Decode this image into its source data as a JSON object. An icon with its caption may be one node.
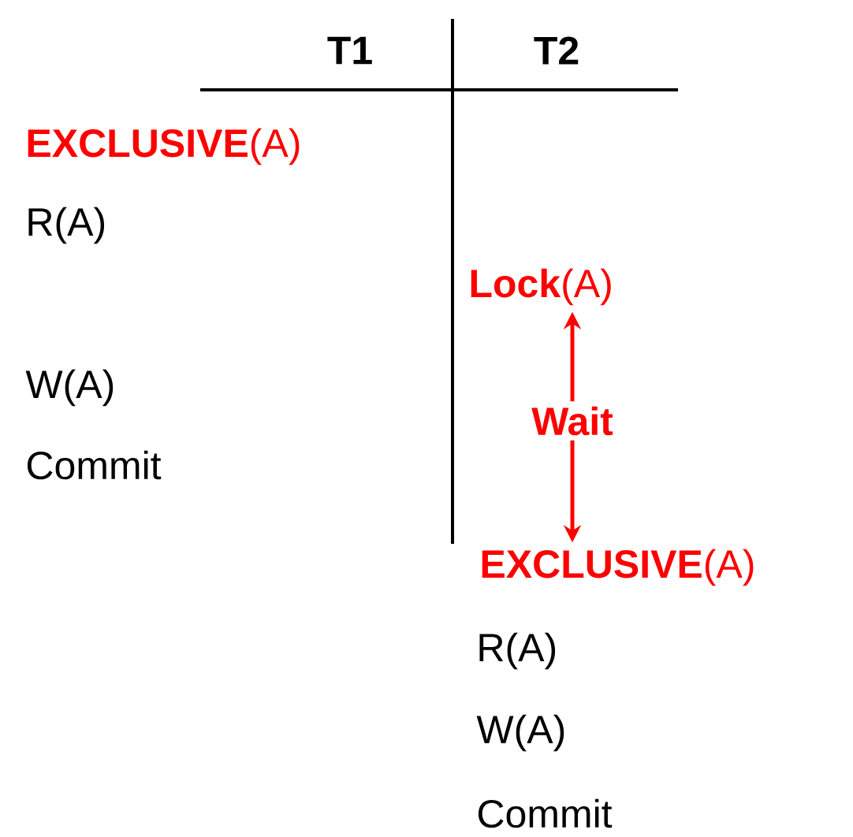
{
  "diagram": {
    "nodes": [
      {
        "text": [
          "**Lock**(A)"
        ]
      },
      {
        "text": [
          "Wait"
        ]
      },
      {
        "text": [
          "**EXCLUSIVE**(A)"
        ]
      }
    ],
    "edges": [
      {
        "from": 1,
        "to": 0,
        "arrow": "to"
      },
      {
        "from": 1,
        "to": 2,
        "arrow": "to"
      }
    ],
    "labels": [
      "T1",
      "T2",
      "**EXCLUSIVE**(A)",
      "R(A)",
      "W(A)",
      "Commit",
      "R(A)",
      "W(A)",
      "Commit"
    ]
  }
}
